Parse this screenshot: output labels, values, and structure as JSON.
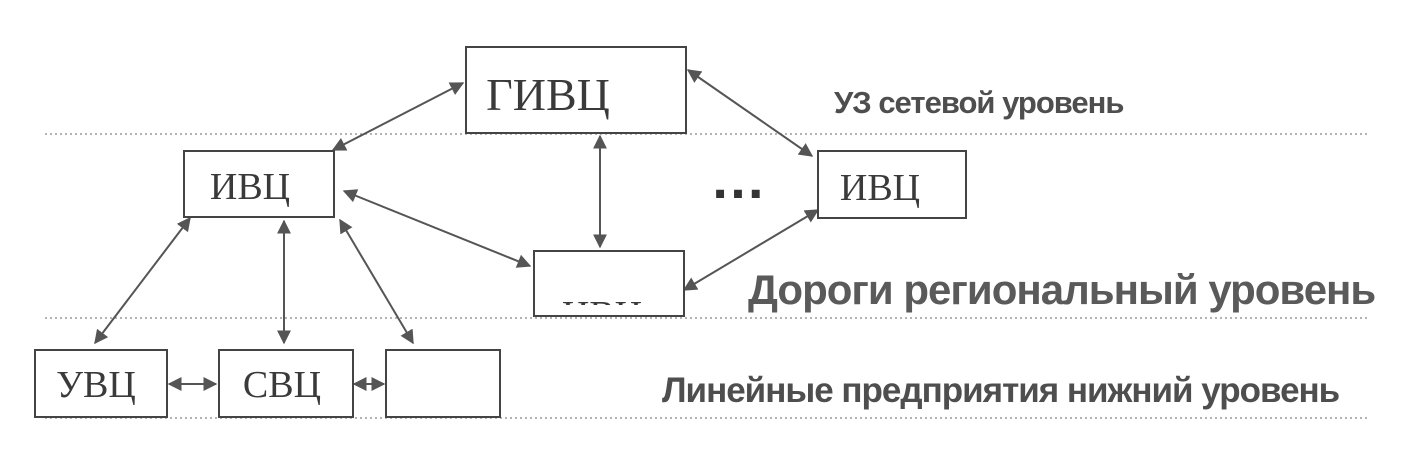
{
  "nodes": {
    "givc": "ГИВЦ",
    "ivc_left": "ИВЦ",
    "ivc_right": "ИВЦ",
    "road_center": "ИВЦ",
    "uvc": "УВЦ",
    "svc": "СВЦ",
    "blank": ""
  },
  "ellipsis": "…",
  "levels": {
    "network": "УЗ сетевой уровень",
    "regional": "Дороги региональный уровень",
    "lower": "Линейные предприятия нижний уровень"
  },
  "colors": {
    "line": "#555555",
    "box_border": "#444444",
    "separator": "#9a9a9a",
    "level_text": "#4e4e4e"
  }
}
